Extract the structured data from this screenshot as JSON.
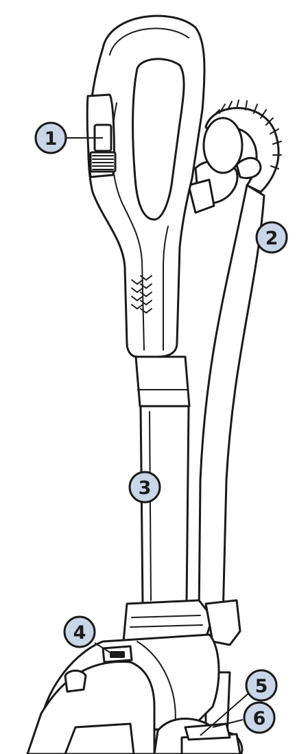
{
  "callouts": [
    {
      "label": "1"
    },
    {
      "label": "2"
    },
    {
      "label": "3"
    },
    {
      "label": "4"
    },
    {
      "label": "5"
    },
    {
      "label": "6"
    }
  ],
  "colors": {
    "callout_fill": "#c9d6e8",
    "line": "#1a1a1a",
    "background": "#ffffff"
  }
}
